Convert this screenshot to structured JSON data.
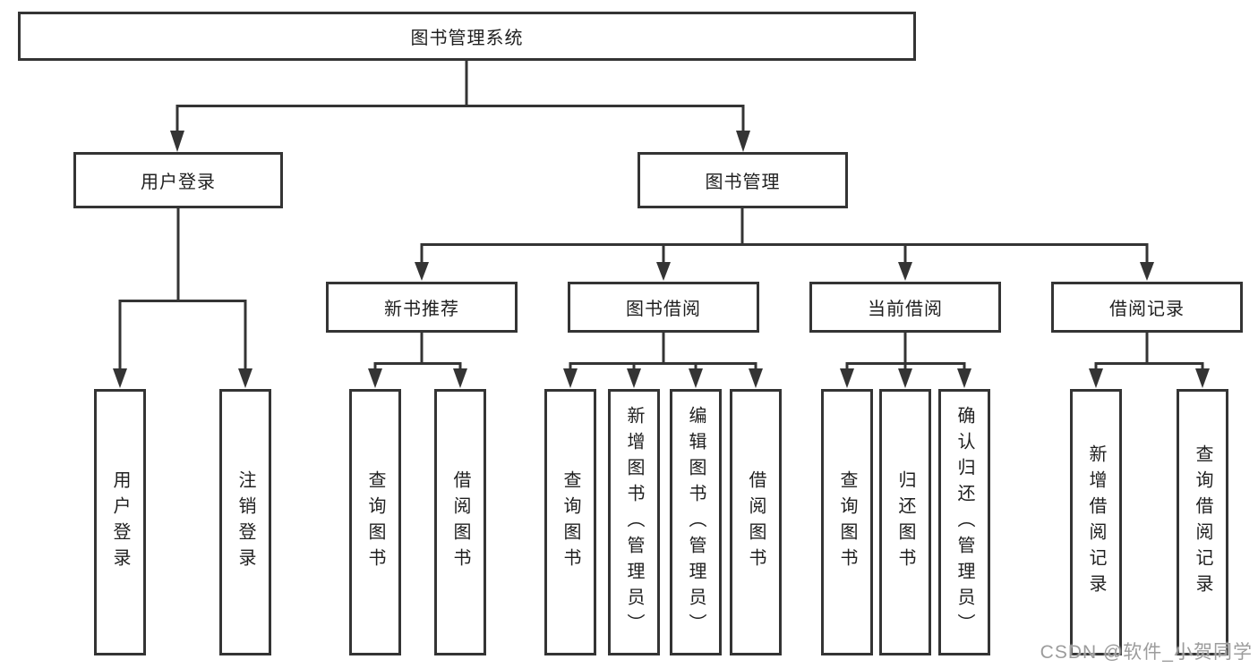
{
  "diagram": {
    "title": "图书管理系统",
    "branches": {
      "user_login": {
        "label": "用户登录",
        "children": [
          "用户登录",
          "注销登录"
        ]
      },
      "book_mgmt": {
        "label": "图书管理"
      },
      "new_books": {
        "label": "新书推荐",
        "children": [
          "查询图书",
          "借阅图书"
        ]
      },
      "book_borrow": {
        "label": "图书借阅",
        "children": [
          "查询图书",
          "新增图书（管理员）",
          "编辑图书（管理员）",
          "借阅图书"
        ]
      },
      "current_borrow": {
        "label": "当前借阅",
        "children": [
          "查询图书",
          "归还图书",
          "确认归还（管理员）"
        ]
      },
      "borrow_records": {
        "label": "借阅记录",
        "children": [
          "新增借阅记录",
          "查询借阅记录"
        ]
      }
    },
    "colors": {
      "line": "#343434",
      "text": "#1f1f1f",
      "watermark": "#9c9c9c"
    }
  },
  "watermark": {
    "text": "CSDN @软件_小贺同学"
  }
}
